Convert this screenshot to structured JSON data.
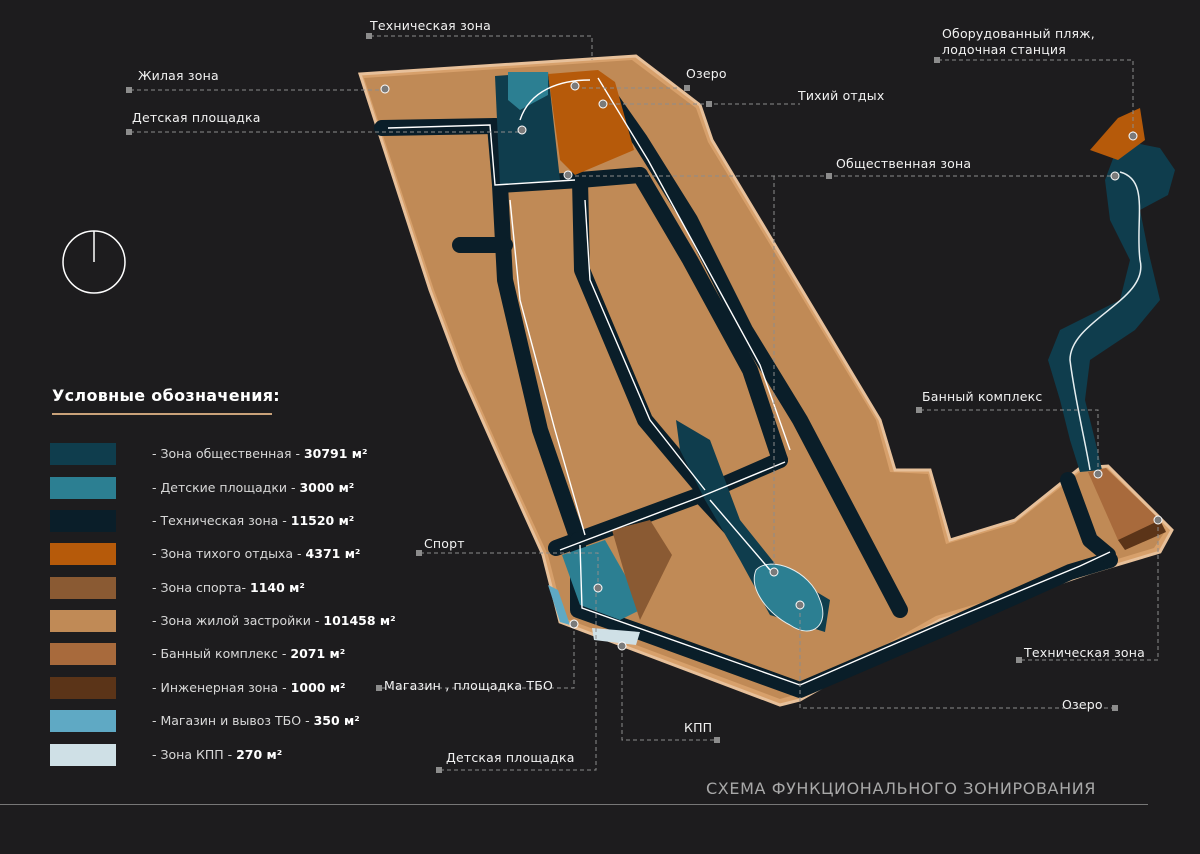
{
  "callouts": {
    "tech_zone_top": "Техническая зона",
    "beach": "Оборудованный пляж,\nлодочная станция",
    "living_zone": "Жилая зона",
    "lake_top": "Озеро",
    "quiet_rest": "Тихий отдых",
    "kids_playground_top": "Детская площадка",
    "public_zone": "Общественная зона",
    "bath_complex": "Банный комплекс",
    "sport": "Спорт",
    "tech_zone_right": "Техническая зона",
    "shop": "Магазин , площадка ТБО",
    "lake_bottom": "Озеро",
    "checkpoint": "КПП",
    "kids_playground_bottom": "Детская площадка"
  },
  "legend": {
    "title": "Условные обозначения:",
    "items": [
      {
        "label": "- Зона общественная - ",
        "value": "30791 м²",
        "color": "#0f3d4d"
      },
      {
        "label": "- Детские площадки - ",
        "value": "3000 м²",
        "color": "#2c7f92"
      },
      {
        "label": "- Техническая зона  - ",
        "value": "11520 м²",
        "color": "#0a1e29"
      },
      {
        "label": "- Зона тихого отдыха - ",
        "value": "4371 м²",
        "color": "#b65a0a"
      },
      {
        "label": "- Зона спорта- ",
        "value": "1140 м²",
        "color": "#8a5a33"
      },
      {
        "label": "- Зона жилой застройки - ",
        "value": "101458 м²",
        "color": "#c08a56"
      },
      {
        "label": "- Банный комплекс - ",
        "value": "2071 м²",
        "color": "#a86a3c"
      },
      {
        "label": "- Инженерная зона  - ",
        "value": "1000 м²",
        "color": "#5b3418"
      },
      {
        "label": "- Магазин и вывоз ТБО - ",
        "value": "350 м²",
        "color": "#5fa9c4"
      },
      {
        "label": "- Зона КПП  - ",
        "value": "270 м²",
        "color": "#cfe0e6"
      }
    ]
  },
  "footer": {
    "title": "СХЕМА ФУНКЦИОНАЛЬНОГО ЗОНИРОВАНИЯ"
  }
}
